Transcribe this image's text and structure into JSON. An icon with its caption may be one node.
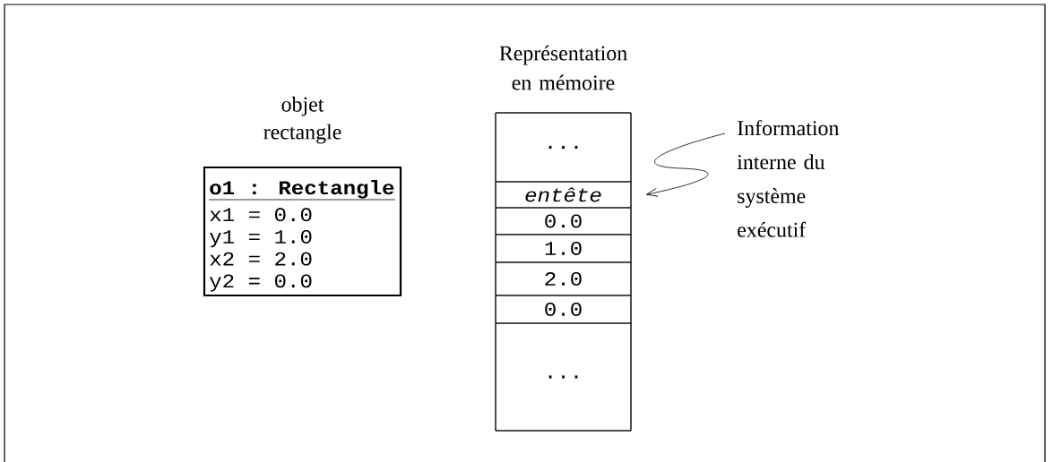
{
  "diagram": {
    "nodes": [
      {
        "text": [
          "objet rectangle",
          "o1 : Rectangle",
          "x1 = 0.0",
          "y1 = 1.0",
          "x2 = 2.0",
          "y2 = 0.0"
        ]
      },
      {
        "text": [
          "Représentation en mémoire"
        ]
      },
      {
        "text": [
          "..."
        ],
        "in": 1
      },
      {
        "text": [
          "entête"
        ],
        "in": 1
      },
      {
        "text": [
          "0.0"
        ],
        "in": 1
      },
      {
        "text": [
          "1.0"
        ],
        "in": 1
      },
      {
        "text": [
          "2.0"
        ],
        "in": 1
      },
      {
        "text": [
          "0.0"
        ],
        "in": 1
      },
      {
        "text": [
          "..."
        ],
        "in": 1
      },
      {
        "text": [
          "Information interne du système exécutif"
        ]
      }
    ],
    "edges": [
      {
        "from": 9,
        "to": 3,
        "arrow": "to"
      }
    ]
  }
}
